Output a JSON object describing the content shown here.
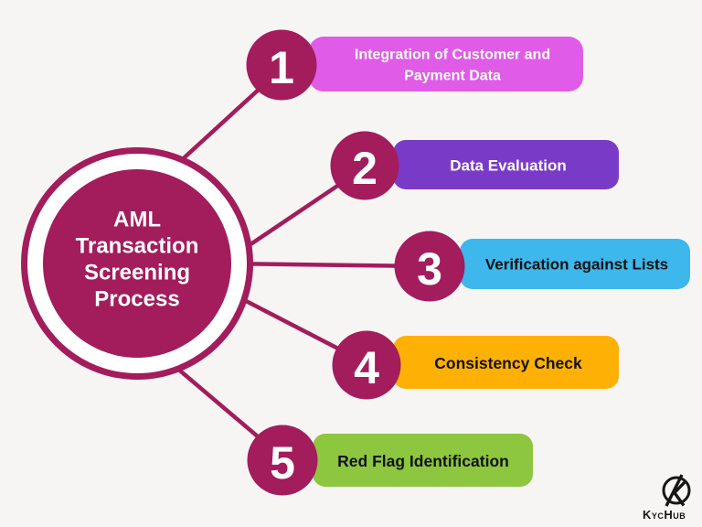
{
  "background_color": "#F6F5F3",
  "accent": "#A31C5C",
  "center": {
    "title_lines": [
      "AML",
      "Transaction",
      "Screening",
      "Process"
    ],
    "fill": "#A31C5C",
    "ring_fill": "#FFFFFF",
    "text_color": "#FFFFFF"
  },
  "steps": [
    {
      "number": "1",
      "label_lines": [
        "Integration of Customer and",
        "Payment Data"
      ],
      "bar_color": "#E05CE8",
      "text_color": "#FFFFFF"
    },
    {
      "number": "2",
      "label_lines": [
        "Data Evaluation"
      ],
      "bar_color": "#7A3AC8",
      "text_color": "#FFFFFF"
    },
    {
      "number": "3",
      "label_lines": [
        "Verification against Lists"
      ],
      "bar_color": "#3DB7EC",
      "text_color": "#121212"
    },
    {
      "number": "4",
      "label_lines": [
        "Consistency Check"
      ],
      "bar_color": "#FEB005",
      "text_color": "#121212"
    },
    {
      "number": "5",
      "label_lines": [
        "Red Flag Identification"
      ],
      "bar_color": "#8DC63F",
      "text_color": "#121212"
    }
  ],
  "logo": {
    "brand": "KycHub",
    "monogram": "K"
  }
}
